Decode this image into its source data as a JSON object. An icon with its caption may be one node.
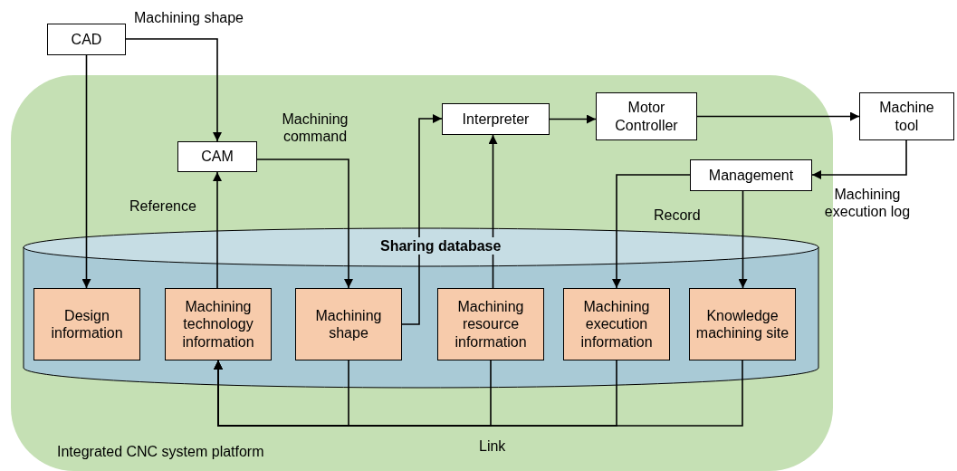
{
  "diagram": {
    "nodes": [
      {
        "text": [
          "Integrated CNC system platform"
        ]
      },
      {
        "text": [
          "CAD"
        ]
      },
      {
        "text": [
          "CAM"
        ],
        "in": 0
      },
      {
        "text": [
          "Interpreter"
        ],
        "in": 0
      },
      {
        "text": [
          "Motor Controller"
        ],
        "in": 0
      },
      {
        "text": [
          "Machine tool"
        ]
      },
      {
        "text": [
          "Management"
        ],
        "in": 0
      },
      {
        "text": [
          "Sharing database"
        ],
        "in": 0
      },
      {
        "text": [
          "Design information"
        ],
        "in": 7
      },
      {
        "text": [
          "Machining technology information"
        ],
        "in": 7
      },
      {
        "text": [
          "Machining shape"
        ],
        "in": 7
      },
      {
        "text": [
          "Machining resource information"
        ],
        "in": 7
      },
      {
        "text": [
          "Machining execution information"
        ],
        "in": 7
      },
      {
        "text": [
          "Knowledge machining site"
        ],
        "in": 7
      }
    ],
    "edges": [
      {
        "from": 1,
        "to": 2,
        "arrow": "to",
        "label": "Machining shape"
      },
      {
        "from": 1,
        "to": 8,
        "arrow": "to"
      },
      {
        "from": 9,
        "to": 2,
        "arrow": "to",
        "label": "Reference"
      },
      {
        "from": 2,
        "to": 10,
        "arrow": "to",
        "label": "Machining command"
      },
      {
        "from": 10,
        "to": 3,
        "arrow": "to"
      },
      {
        "from": 11,
        "to": 3,
        "arrow": "to"
      },
      {
        "from": 3,
        "to": 4,
        "arrow": "to"
      },
      {
        "from": 4,
        "to": 5,
        "arrow": "to"
      },
      {
        "from": 5,
        "to": 6,
        "arrow": "to",
        "label": "Machining execution log"
      },
      {
        "from": 6,
        "to": 12,
        "arrow": "to",
        "label": "Record"
      },
      {
        "from": 6,
        "to": 13,
        "arrow": "to"
      },
      {
        "from": 10,
        "to": 9,
        "arrow": "to"
      },
      {
        "from": 11,
        "to": 9,
        "arrow": "to",
        "label": "Link"
      },
      {
        "from": 12,
        "to": 9,
        "arrow": "to"
      },
      {
        "from": 13,
        "to": 9,
        "arrow": "to"
      }
    ]
  }
}
